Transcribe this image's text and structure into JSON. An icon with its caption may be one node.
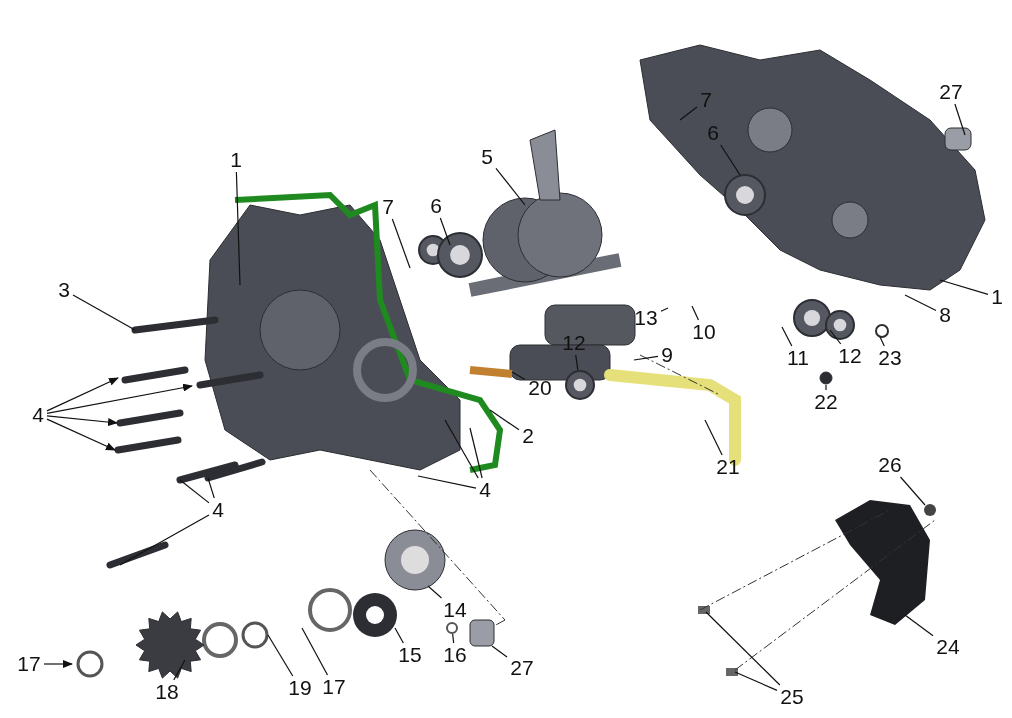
{
  "diagram": {
    "nodes": [
      {
        "text": [
          "1"
        ]
      },
      {
        "text": [
          "7"
        ]
      },
      {
        "text": [
          "27"
        ]
      },
      {
        "text": [
          "5"
        ]
      },
      {
        "text": [
          "6"
        ]
      },
      {
        "text": [
          "6"
        ]
      },
      {
        "text": [
          "7"
        ]
      },
      {
        "text": [
          "1"
        ]
      },
      {
        "text": [
          "3"
        ]
      },
      {
        "text": [
          "13"
        ]
      },
      {
        "text": [
          "10"
        ]
      },
      {
        "text": [
          "8"
        ]
      },
      {
        "text": [
          "12"
        ]
      },
      {
        "text": [
          "12"
        ]
      },
      {
        "text": [
          "11"
        ]
      },
      {
        "text": [
          "23"
        ]
      },
      {
        "text": [
          "9"
        ]
      },
      {
        "text": [
          "20"
        ]
      },
      {
        "text": [
          "22"
        ]
      },
      {
        "text": [
          "4"
        ]
      },
      {
        "text": [
          "2"
        ]
      },
      {
        "text": [
          "21"
        ]
      },
      {
        "text": [
          "4"
        ]
      },
      {
        "text": [
          "26"
        ]
      },
      {
        "text": [
          "4"
        ]
      },
      {
        "text": [
          "14"
        ]
      },
      {
        "text": [
          "17"
        ]
      },
      {
        "text": [
          "15"
        ]
      },
      {
        "text": [
          "16"
        ]
      },
      {
        "text": [
          "27"
        ]
      },
      {
        "text": [
          "24"
        ]
      },
      {
        "text": [
          "17"
        ]
      },
      {
        "text": [
          "18"
        ]
      },
      {
        "text": [
          "19"
        ]
      },
      {
        "text": [
          "25"
        ]
      },
      {
        "text": [],
        "shape": "circle"
      },
      {
        "text": [],
        "shape": "circle"
      },
      {
        "text": [],
        "shape": "circle"
      }
    ],
    "edges": [
      {
        "from": 0,
        "to": null,
        "arrow": "none"
      },
      {
        "from": 1,
        "to": null,
        "arrow": "none"
      },
      {
        "from": 2,
        "to": null,
        "arrow": "none"
      },
      {
        "from": 3,
        "to": null,
        "arrow": "none"
      },
      {
        "from": 4,
        "to": null,
        "arrow": "none"
      },
      {
        "from": 5,
        "to": null,
        "arrow": "none"
      },
      {
        "from": 6,
        "to": null,
        "arrow": "none"
      },
      {
        "from": 7,
        "to": null,
        "arrow": "none"
      },
      {
        "from": 8,
        "to": null,
        "arrow": "none"
      },
      {
        "from": 9,
        "to": null,
        "arrow": "none"
      },
      {
        "from": 10,
        "to": null,
        "arrow": "none"
      },
      {
        "from": 11,
        "to": null,
        "arrow": "none"
      },
      {
        "from": 12,
        "to": 35,
        "arrow": "none"
      },
      {
        "from": 13,
        "to": null,
        "arrow": "none"
      },
      {
        "from": 14,
        "to": null,
        "arrow": "none"
      },
      {
        "from": 15,
        "to": null,
        "arrow": "none"
      },
      {
        "from": 16,
        "to": null,
        "arrow": "none"
      },
      {
        "from": 17,
        "to": null,
        "arrow": "none"
      },
      {
        "from": 18,
        "to": 36,
        "arrow": "none"
      },
      {
        "from": 19,
        "to": null,
        "arrow": "to"
      },
      {
        "from": 19,
        "to": null,
        "arrow": "to"
      },
      {
        "from": 19,
        "to": null,
        "arrow": "to"
      },
      {
        "from": 19,
        "to": null,
        "arrow": "to"
      },
      {
        "from": 20,
        "to": null,
        "arrow": "none"
      },
      {
        "from": 21,
        "to": null,
        "arrow": "none"
      },
      {
        "from": 22,
        "to": null,
        "arrow": "none"
      },
      {
        "from": 22,
        "to": null,
        "arrow": "none"
      },
      {
        "from": 22,
        "to": null,
        "arrow": "none"
      },
      {
        "from": 23,
        "to": null,
        "arrow": "none"
      },
      {
        "from": 24,
        "to": null,
        "arrow": "none"
      },
      {
        "from": 24,
        "to": null,
        "arrow": "none"
      },
      {
        "from": 24,
        "to": null,
        "arrow": "none"
      },
      {
        "from": 25,
        "to": null,
        "arrow": "none"
      },
      {
        "from": 26,
        "to": null,
        "arrow": "to"
      },
      {
        "from": 27,
        "to": null,
        "arrow": "none"
      },
      {
        "from": 28,
        "to": 37,
        "arrow": "none"
      },
      {
        "from": 29,
        "to": null,
        "arrow": "none"
      },
      {
        "from": 30,
        "to": null,
        "arrow": "none"
      },
      {
        "from": 31,
        "to": null,
        "arrow": "none"
      },
      {
        "from": 32,
        "to": null,
        "arrow": "none"
      },
      {
        "from": 33,
        "to": null,
        "arrow": "none"
      },
      {
        "from": 34,
        "to": null,
        "arrow": "none"
      },
      {
        "from": 34,
        "to": null,
        "arrow": "none"
      }
    ]
  }
}
